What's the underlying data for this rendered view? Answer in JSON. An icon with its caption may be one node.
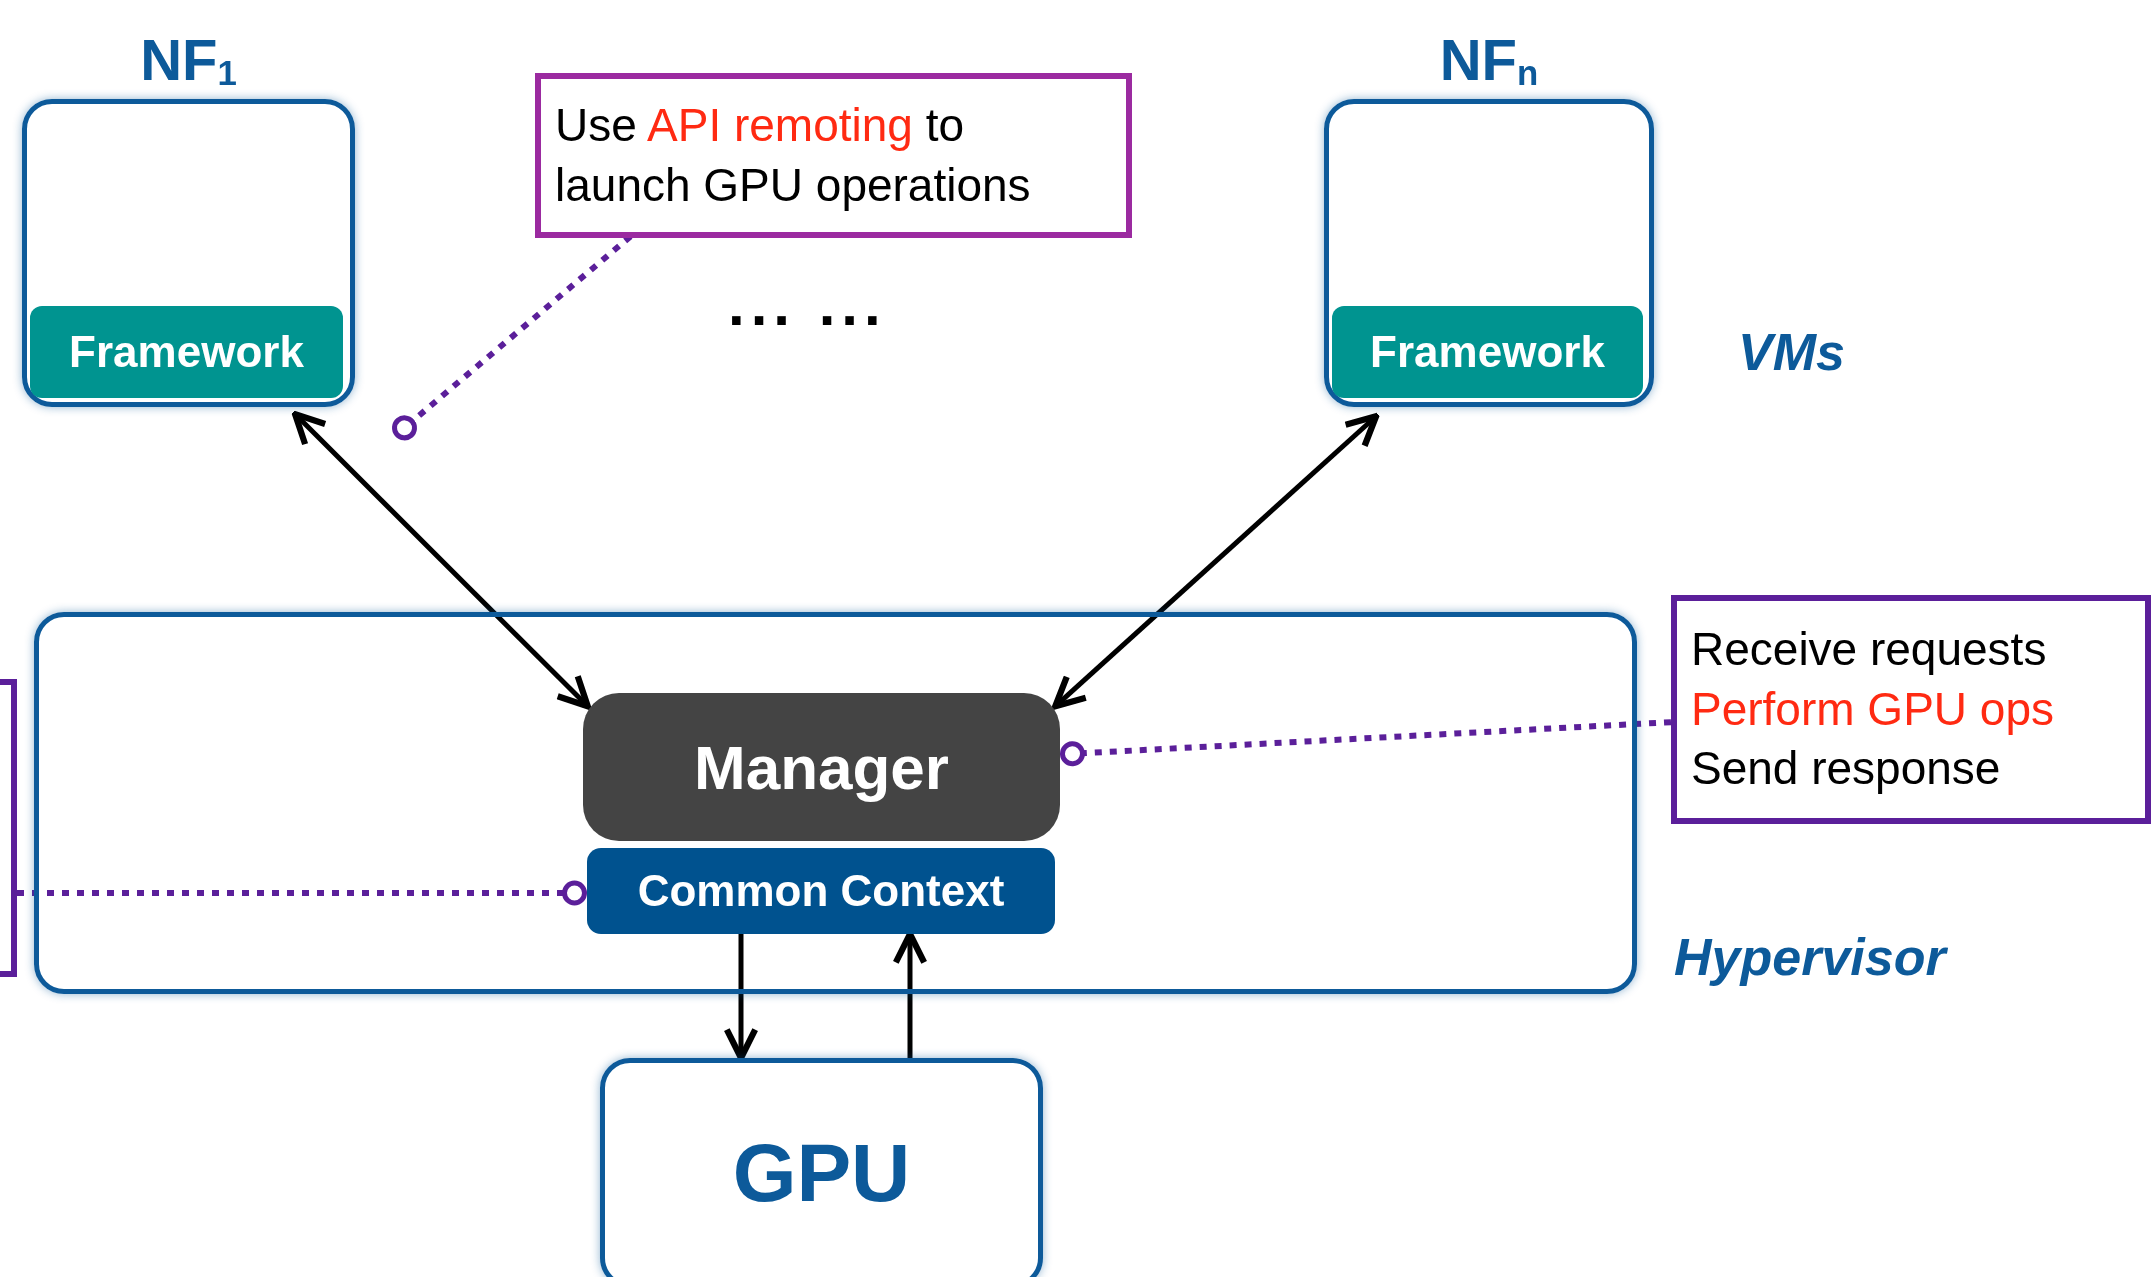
{
  "diagram": {
    "nodes": [
      {
        "text": [
          "NF$_{1}$"
        ]
      },
      {
        "text": [
          "Framework"
        ],
        "in": 0
      },
      {
        "text": [
          "NF$_{n}$"
        ]
      },
      {
        "text": [
          "Framework"
        ],
        "in": 2
      },
      {
        "text": [],
        "shape": "box",
        "beside": [
          "Hypervisor"
        ]
      },
      {
        "text": [
          "Manager"
        ],
        "in": 4
      },
      {
        "text": [
          "Common Context"
        ],
        "in": 4
      },
      {
        "text": [
          "GPU"
        ]
      },
      {
        "text": [
          "Use *API remoting* to launch GPU operations"
        ]
      },
      {
        "text": [
          "Receive requests",
          "*Perform GPU ops*",
          "Send response"
        ]
      },
      {
        "text": [],
        "shape": "box"
      }
    ],
    "edges": [
      {
        "from": 0,
        "to": 5,
        "arrow": "both"
      },
      {
        "from": 2,
        "to": 5,
        "arrow": "both"
      },
      {
        "from": 6,
        "to": 7,
        "arrow": "to"
      },
      {
        "from": 7,
        "to": 6,
        "arrow": "to"
      },
      {
        "from": 8,
        "to": 0,
        "arrow": "other",
        "style": "dashed",
        "color": "#5b1f9a"
      },
      {
        "from": 9,
        "to": 5,
        "arrow": "other",
        "style": "dashed",
        "color": "#5b1f9a"
      },
      {
        "from": 10,
        "to": 6,
        "arrow": "other",
        "style": "dashed",
        "color": "#5b1f9a"
      }
    ],
    "labels": [
      "... ...",
      "VMs"
    ]
  }
}
